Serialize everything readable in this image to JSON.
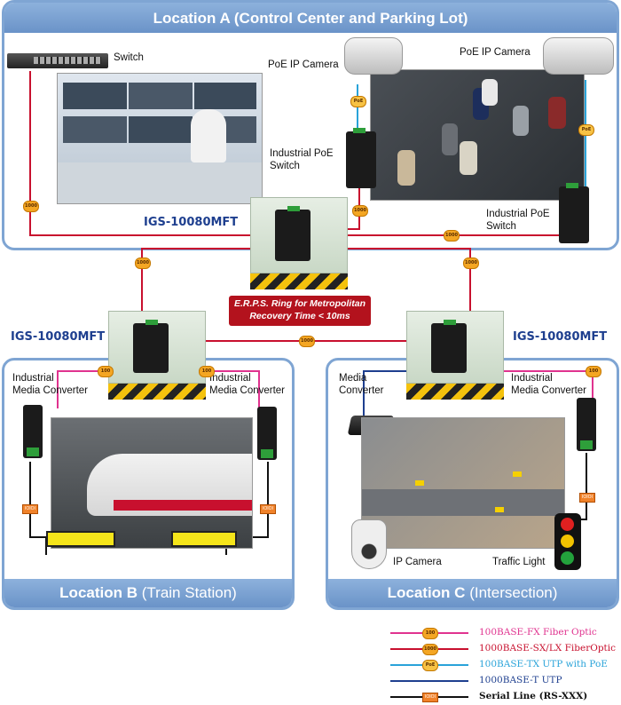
{
  "sections": {
    "a_title": "Location A (Control Center and Parking Lot)",
    "b_title_main": "Location B",
    "b_title_sub": "(Train Station)",
    "c_title_main": "Location C",
    "c_title_sub": "(Intersection)"
  },
  "labels": {
    "switch": "Switch",
    "poe_cam_1": "PoE IP Camera",
    "poe_cam_2": "PoE IP Camera",
    "ind_poe_1a": "Industrial PoE",
    "ind_poe_1b": "Switch",
    "ind_poe_2a": "Industrial PoE",
    "ind_poe_2b": "Switch",
    "igs_a": "IGS-10080MFT",
    "igs_b": "IGS-10080MFT",
    "igs_c": "IGS-10080MFT",
    "ring_1": "E.R.P.S. Ring for Metropolitan",
    "ring_2": "Recovery Time < 10ms",
    "imc_b1a": "Industrial",
    "imc_b1b": "Media Converter",
    "imc_b2a": "Industrial",
    "imc_b2b": "Media Converter",
    "mc_c_a": "Media",
    "mc_c_b": "Converter",
    "imc_c_a": "Industrial",
    "imc_c_b": "Media Converter",
    "ip_camera": "IP Camera",
    "traffic_light": "Traffic Light"
  },
  "badges": {
    "b1000": "1000",
    "b100": "100",
    "poe": "PoE",
    "serial": "IOIOI"
  },
  "legend": [
    {
      "label": "100BASE-FX Fiber Optic",
      "color": "#e0338f",
      "badge": "100"
    },
    {
      "label": "1000BASE-SX/LX FiberOptic",
      "color": "#c8102e",
      "badge": "1000"
    },
    {
      "label": "100BASE-TX UTP with PoE",
      "color": "#29a3d9",
      "badge": "PoE"
    },
    {
      "label": "1000BASE-T UTP",
      "color": "#1e3f8f",
      "badge": ""
    },
    {
      "label": "Serial Line (RS-XXX)",
      "color": "#111111",
      "badge": "IOIOI"
    }
  ],
  "colors": {
    "panel_border": "#7fa5d3",
    "fiber_100": "#e0338f",
    "fiber_1000": "#c8102e",
    "poe": "#29a3d9",
    "utp": "#1e3f8f",
    "ring_box": "#b3121d"
  }
}
